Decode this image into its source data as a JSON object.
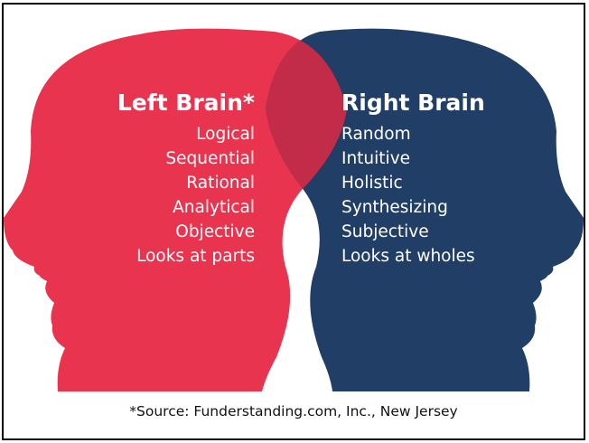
{
  "left": {
    "title": "Left Brain*",
    "items": [
      "Logical",
      "Sequential",
      "Rational",
      "Analytical",
      "Objective",
      "Looks at parts"
    ]
  },
  "right": {
    "title": "Right Brain",
    "items": [
      "Random",
      "Intuitive",
      "Holistic",
      "Synthesizing",
      "Subjective",
      "Looks at wholes"
    ]
  },
  "source": "*Source: Funderstanding.com, Inc., New Jersey",
  "colors": {
    "left_head": "#e8344e",
    "right_head": "#213f66",
    "overlap": "#c32c48",
    "frame": "#000000"
  }
}
